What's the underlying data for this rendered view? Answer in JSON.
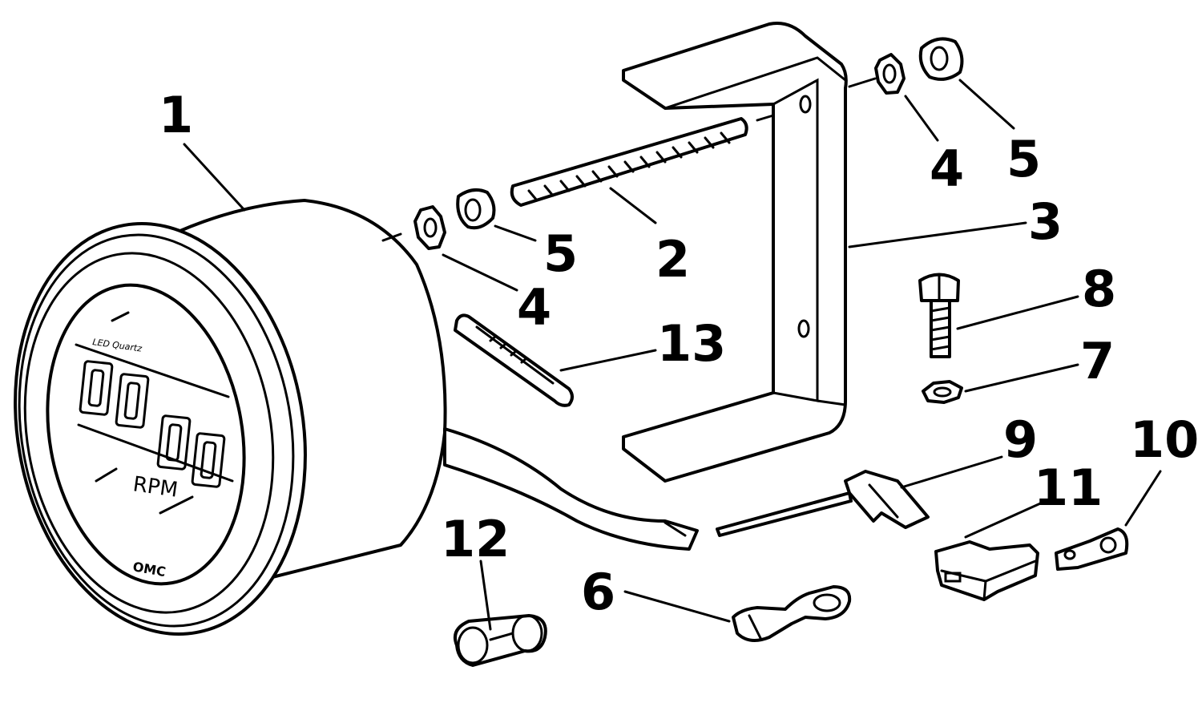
{
  "gauge": {
    "dial_label": "RPM",
    "brand": "OMC",
    "led_label": "LED Quartz"
  },
  "callouts": [
    {
      "id": "1",
      "label": "1"
    },
    {
      "id": "2",
      "label": "2"
    },
    {
      "id": "3",
      "label": "3"
    },
    {
      "id": "4a",
      "label": "4"
    },
    {
      "id": "4b",
      "label": "4"
    },
    {
      "id": "5a",
      "label": "5"
    },
    {
      "id": "5b",
      "label": "5"
    },
    {
      "id": "6",
      "label": "6"
    },
    {
      "id": "7",
      "label": "7"
    },
    {
      "id": "8",
      "label": "8"
    },
    {
      "id": "9",
      "label": "9"
    },
    {
      "id": "10",
      "label": "10"
    },
    {
      "id": "11",
      "label": "11"
    },
    {
      "id": "12",
      "label": "12"
    },
    {
      "id": "13",
      "label": "13"
    }
  ],
  "colors": {
    "line": "#000000",
    "background": "#ffffff"
  }
}
